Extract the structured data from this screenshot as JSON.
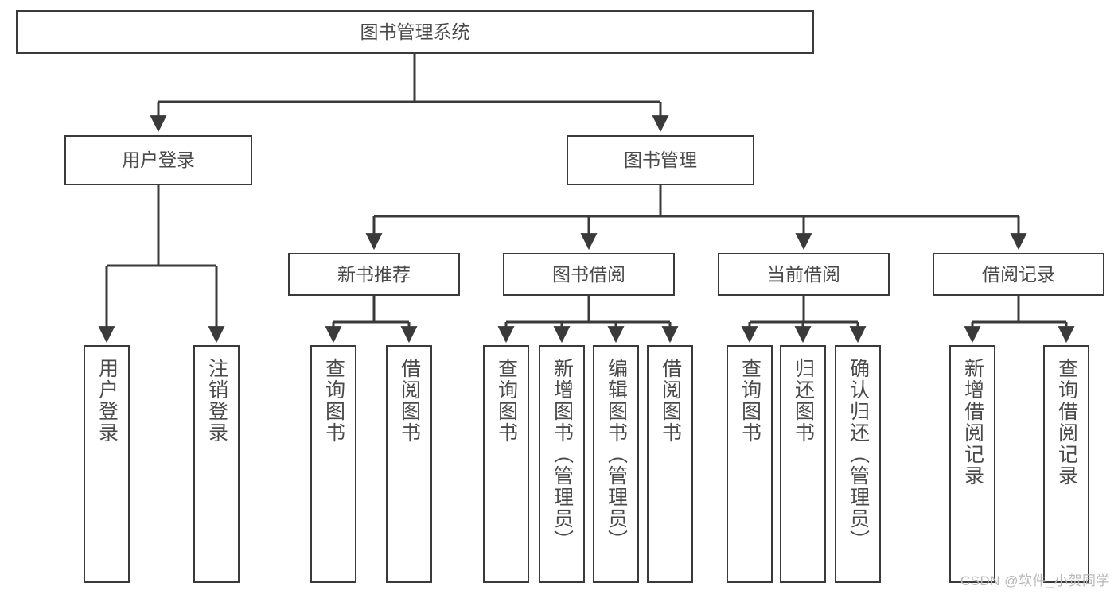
{
  "diagram": {
    "title": "图书管理系统",
    "type": "tree-hierarchy",
    "watermark": "CSDN @软件_小贺同学",
    "colors": {
      "background": "#ffffff",
      "box_border": "#3a3a3a",
      "box_fill": "#ffffff",
      "text": "#4a4a4a",
      "connector": "#3a3a3a",
      "watermark_text": "#b9b9b9"
    },
    "root": {
      "label": "图书管理系统"
    },
    "level1": [
      {
        "id": "user-login",
        "label": "用户登录"
      },
      {
        "id": "book-management",
        "label": "图书管理"
      }
    ],
    "level2": [
      {
        "id": "new-book-recommend",
        "label": "新书推荐",
        "parent": "book-management"
      },
      {
        "id": "book-borrow",
        "label": "图书借阅",
        "parent": "book-management"
      },
      {
        "id": "current-borrow",
        "label": "当前借阅",
        "parent": "book-management"
      },
      {
        "id": "borrow-record",
        "label": "借阅记录",
        "parent": "book-management"
      }
    ],
    "leaves": [
      {
        "id": "leaf-user-login",
        "label": "用户登录",
        "parent": "user-login"
      },
      {
        "id": "leaf-user-logout",
        "label": "注销登录",
        "parent": "user-login"
      },
      {
        "id": "leaf-query-book-1",
        "label": "查询图书",
        "parent": "new-book-recommend"
      },
      {
        "id": "leaf-borrow-book-1",
        "label": "借阅图书",
        "parent": "new-book-recommend"
      },
      {
        "id": "leaf-query-book-2",
        "label": "查询图书",
        "parent": "book-borrow"
      },
      {
        "id": "leaf-add-book",
        "label": "新增图书（管理员）",
        "parent": "book-borrow"
      },
      {
        "id": "leaf-edit-book",
        "label": "编辑图书（管理员）",
        "parent": "book-borrow"
      },
      {
        "id": "leaf-borrow-book-2",
        "label": "借阅图书",
        "parent": "book-borrow"
      },
      {
        "id": "leaf-query-book-3",
        "label": "查询图书",
        "parent": "current-borrow"
      },
      {
        "id": "leaf-return-book",
        "label": "归还图书",
        "parent": "current-borrow"
      },
      {
        "id": "leaf-confirm-return",
        "label": "确认归还（管理员）",
        "parent": "current-borrow"
      },
      {
        "id": "leaf-add-record",
        "label": "新增借阅记录",
        "parent": "borrow-record"
      },
      {
        "id": "leaf-query-record",
        "label": "查询借阅记录",
        "parent": "borrow-record"
      }
    ]
  }
}
